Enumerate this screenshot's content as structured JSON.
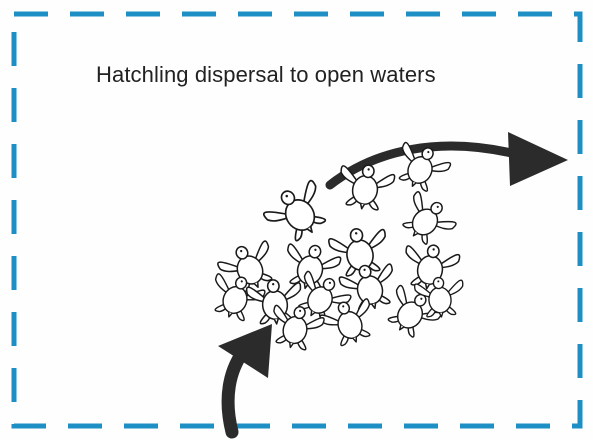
{
  "diagram": {
    "caption": "Hatchling dispersal to open waters",
    "frame_color": "#1d8fc4",
    "arrow_color": "#2b2b2b",
    "turtle_stroke": "#1a1a1a",
    "arrows": [
      {
        "name": "entry-arrow",
        "direction": "up"
      },
      {
        "name": "dispersal-arrow",
        "direction": "right"
      }
    ],
    "hatchlings": [
      {
        "id": 1
      },
      {
        "id": 2
      },
      {
        "id": 3
      },
      {
        "id": 4
      },
      {
        "id": 5
      },
      {
        "id": 6
      },
      {
        "id": 7
      },
      {
        "id": 8
      },
      {
        "id": 9
      },
      {
        "id": 10
      },
      {
        "id": 11
      },
      {
        "id": 12
      },
      {
        "id": 13
      },
      {
        "id": 14
      },
      {
        "id": 15
      },
      {
        "id": 16
      }
    ]
  }
}
